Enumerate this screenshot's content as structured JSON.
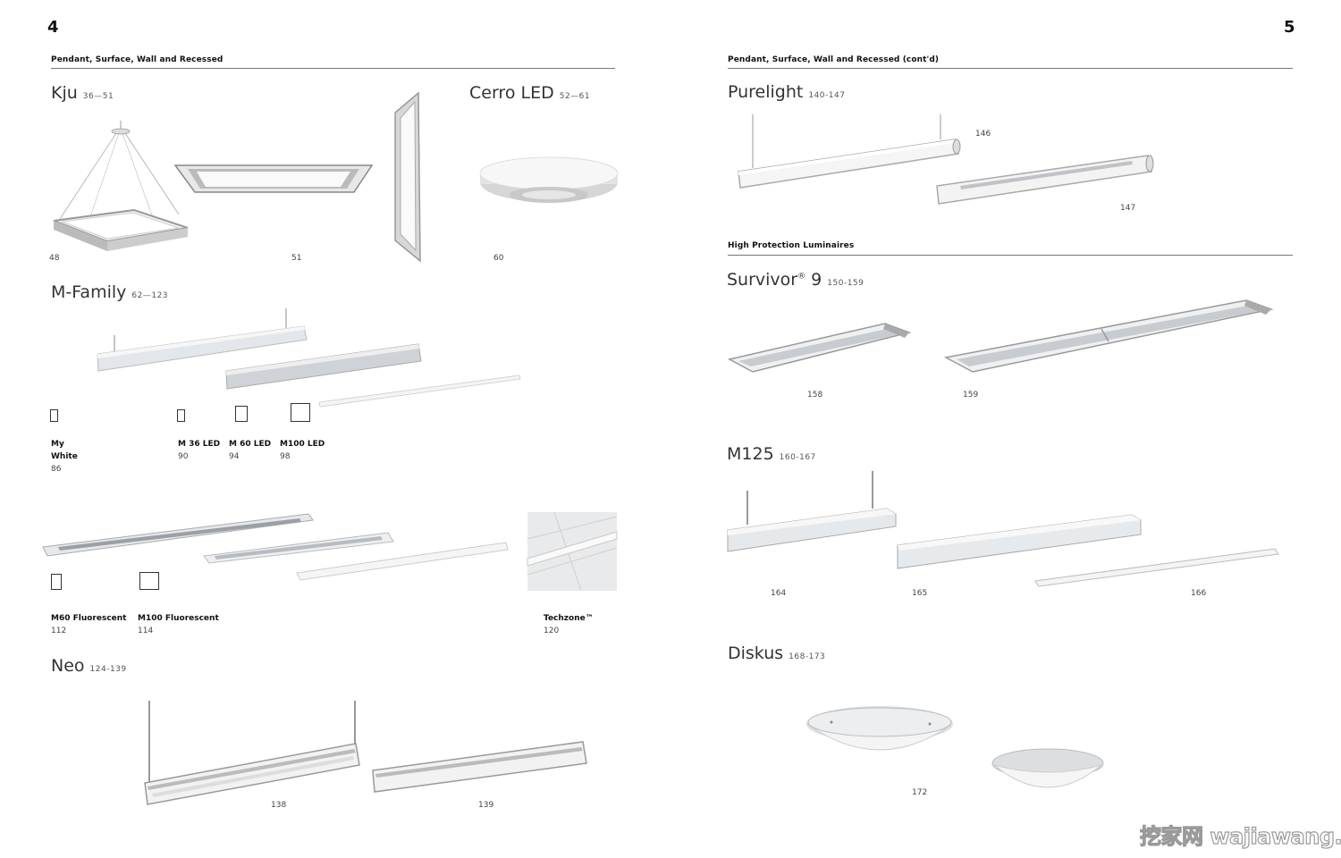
{
  "left_page": {
    "page_number": "4",
    "section_title": "Pendant, Surface, Wall and Recessed",
    "kju": {
      "name": "Kju",
      "pages": "36—51",
      "captions": [
        "48",
        "51"
      ]
    },
    "cerro": {
      "name": "Cerro LED",
      "pages": "52—61",
      "caption": "60"
    },
    "mfamily": {
      "name": "M-Family",
      "pages": "62—123",
      "profiles": [
        {
          "name": "My White",
          "line1": "My",
          "line2": "White",
          "page": "86"
        },
        {
          "name": "M 36 LED",
          "page": "90"
        },
        {
          "name": "M 60 LED",
          "page": "94"
        },
        {
          "name": "M100 LED",
          "page": "98"
        }
      ],
      "fluorescent": [
        {
          "name": "M60 Fluorescent",
          "page": "112"
        },
        {
          "name": "M100 Fluorescent",
          "page": "114"
        },
        {
          "name": "Techzone™",
          "page": "120"
        }
      ]
    },
    "neo": {
      "name": "Neo",
      "pages": "124-139",
      "captions": [
        "138",
        "139"
      ]
    }
  },
  "right_page": {
    "page_number": "5",
    "section_title": "Pendant, Surface, Wall and Recessed (cont'd)",
    "purelight": {
      "name": "Purelight",
      "pages": "140-147",
      "captions": [
        "146",
        "147"
      ]
    },
    "section2_title": "High Protection Luminaires",
    "survivor": {
      "name": "Survivor",
      "reg": "®",
      "suffix": " 9",
      "pages": "150-159",
      "captions": [
        "158",
        "159"
      ]
    },
    "m125": {
      "name": "M125",
      "pages": "160-167",
      "captions": [
        "164",
        "165",
        "166"
      ]
    },
    "diskus": {
      "name": "Diskus",
      "pages": "168-173",
      "caption": "172"
    }
  },
  "watermark": {
    "cn": "挖家网",
    "latin": "wajiawang.com"
  }
}
